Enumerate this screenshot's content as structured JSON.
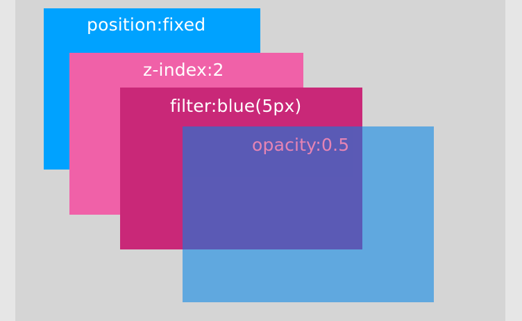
{
  "layers": {
    "fixed": {
      "label": "position:fixed",
      "color": "#00a2ff"
    },
    "zindex": {
      "label": "z-index:2",
      "color": "#f061a8"
    },
    "filter": {
      "label": "filter:blue(5px)",
      "color": "#c92878"
    },
    "opacity": {
      "label": "opacity:0.5",
      "color": "#0084e8"
    }
  },
  "colors": {
    "page_background": "#e6e6e6",
    "stage_background": "#d5d5d5"
  }
}
